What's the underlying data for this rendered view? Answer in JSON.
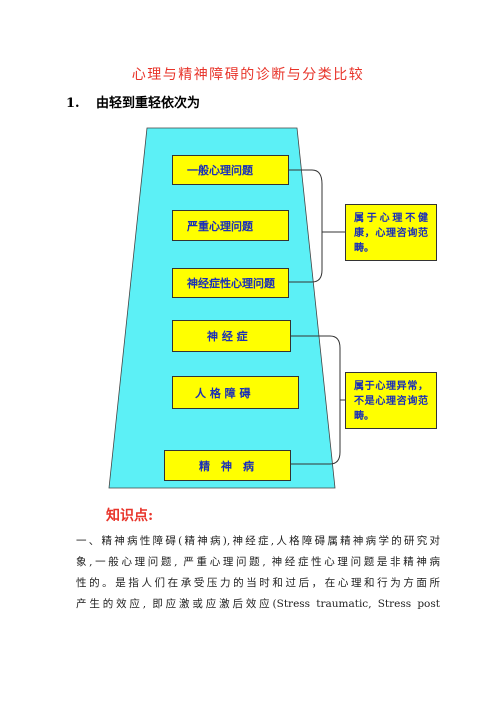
{
  "title": "心理与精神障碍的诊断与分类比较",
  "section": {
    "number": "1.",
    "heading": "由轻到重轻依次为"
  },
  "diagram": {
    "boxes": [
      "一般心理问题",
      "严重心理问题",
      "神经症性心理问题",
      "神 经 症",
      "人 格 障 碍",
      "精　神　病"
    ],
    "notes": [
      "属于心理不健康，心理咨询范畴。",
      "属于心理异常，不是心理咨询范畴。"
    ],
    "colors": {
      "trapezoid": "#5cf0f6",
      "box_fill": "#ffff00",
      "box_text": "#1a2fb8"
    }
  },
  "knowledge": {
    "heading": "知识点:",
    "lines": [
      "一、精神病性障碍(精神病),神经症,人格障碍属精神病学的研究对",
      "象,一般心理问题, 严重心理问题, 神经症性心理问题是非精神病",
      "性的。是指人们在承受压力的当时和过后，在心理和行为方面所",
      "产生的效应, 即应激或应激后效应(Stress  traumatic,  Stress  post"
    ]
  }
}
